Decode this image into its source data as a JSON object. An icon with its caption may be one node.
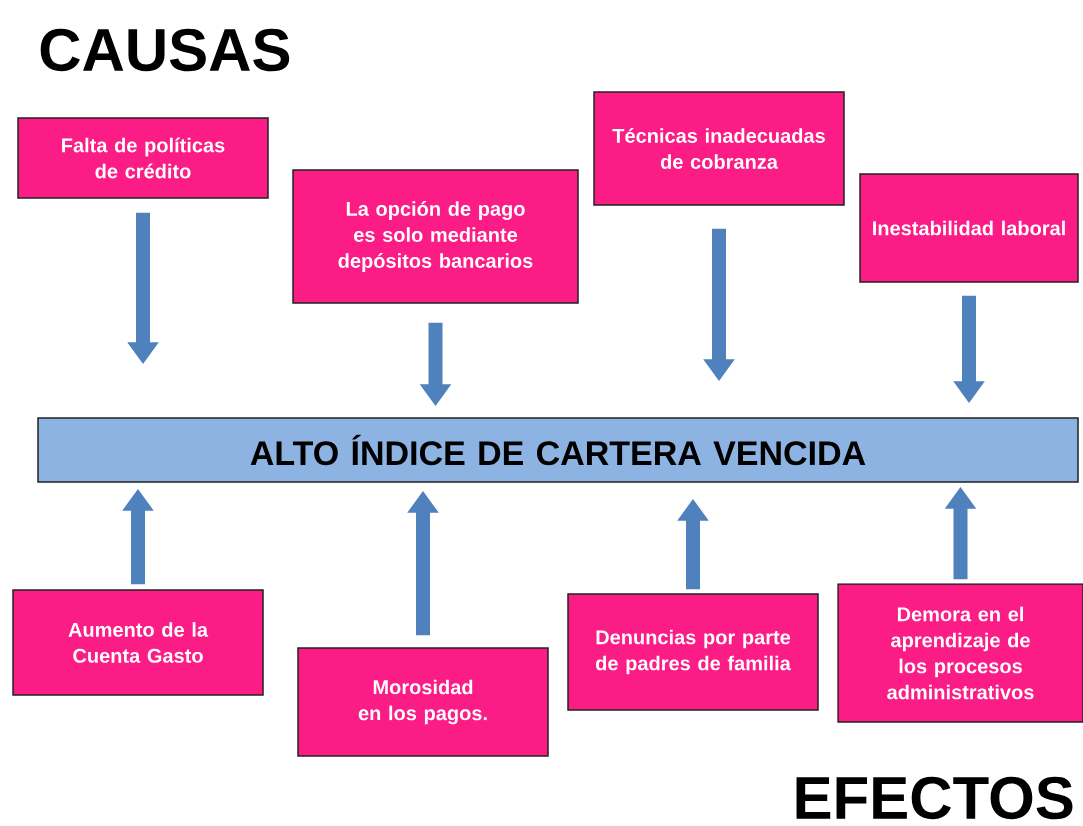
{
  "diagram": {
    "nodes": [
      {
        "text": [
          "Falta de políticas de crédito"
        ]
      },
      {
        "text": [
          "La opción de pago es solo mediante depósitos bancarios"
        ]
      },
      {
        "text": [
          "Técnicas inadecuadas de cobranza"
        ]
      },
      {
        "text": [
          "Inestabilidad laboral"
        ]
      },
      {
        "text": [
          "ALTO ÍNDICE DE CARTERA VENCIDA"
        ]
      },
      {
        "text": [
          "Aumento de la Cuenta Gasto"
        ]
      },
      {
        "text": [
          "Morosidad en los pagos."
        ]
      },
      {
        "text": [
          "Denuncias por parte de padres de familia"
        ]
      },
      {
        "text": [
          "Demora en el aprendizaje de los procesos administrativos"
        ]
      }
    ],
    "edges": [
      {
        "from": 0,
        "to": 4,
        "arrow": "to"
      },
      {
        "from": 1,
        "to": 4,
        "arrow": "to"
      },
      {
        "from": 2,
        "to": 4,
        "arrow": "to"
      },
      {
        "from": 3,
        "to": 4,
        "arrow": "to"
      },
      {
        "from": 5,
        "to": 4,
        "arrow": "to"
      },
      {
        "from": 6,
        "to": 4,
        "arrow": "to"
      },
      {
        "from": 7,
        "to": 4,
        "arrow": "to"
      },
      {
        "from": 8,
        "to": 4,
        "arrow": "to"
      }
    ],
    "labels": [
      "CAUSAS",
      "EFECTOS"
    ]
  }
}
